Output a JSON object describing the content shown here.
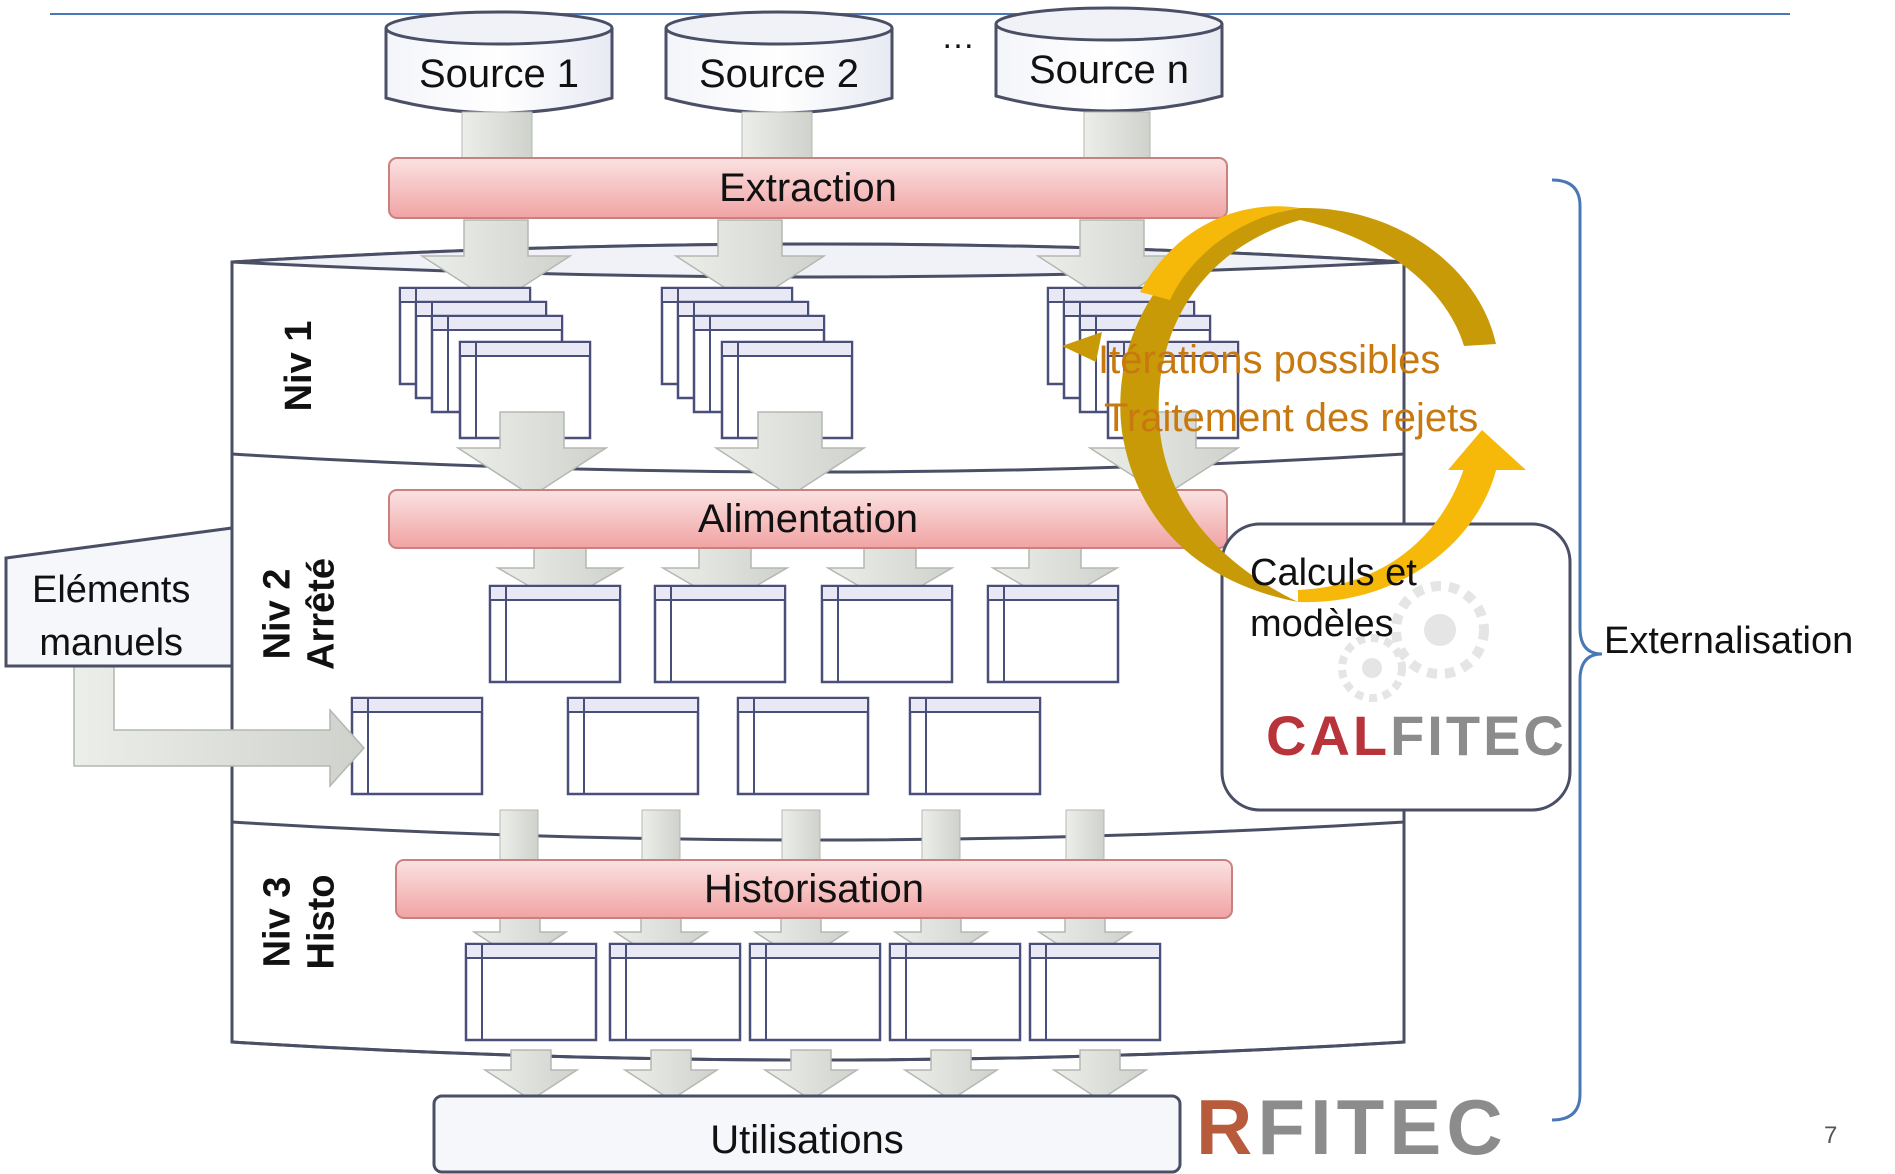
{
  "sources": [
    "Source 1",
    "Source 2",
    "Source n"
  ],
  "sources_ellipsis": "…",
  "process_bars": {
    "extraction": "Extraction",
    "alimentation": "Alimentation",
    "historisation": "Historisation",
    "utilisations": "Utilisations"
  },
  "levels": {
    "niv1": "Niv 1",
    "niv2": "Niv 2\nArrêté",
    "niv3": "Niv 3\nHisto"
  },
  "manual_elements": "Eléments\nmanuels",
  "iteration_note": {
    "line1": "Itérations possibles",
    "line2": "Traitement des rejets"
  },
  "calcul_box": {
    "text": "Calculs et\nmodèles",
    "logo_part1": "CAL",
    "logo_part2": "FITEC"
  },
  "brace_label": "Externalisation",
  "rfitec_logo": {
    "part1": "R",
    "part2": "FITEC"
  },
  "page_number": "7",
  "colors": {
    "process_bar": "#f6c1c1",
    "cylinder_stroke": "#4a4f66",
    "arrow_fill": "#e3e5e1",
    "cycle_arrow_light": "#f6b90a",
    "cycle_arrow_dark": "#c99a08",
    "iteration_text": "#c7780f",
    "brace": "#4a78b6",
    "calfitec_red": "#b8343a",
    "fitec_gray": "#8c8c8c"
  }
}
